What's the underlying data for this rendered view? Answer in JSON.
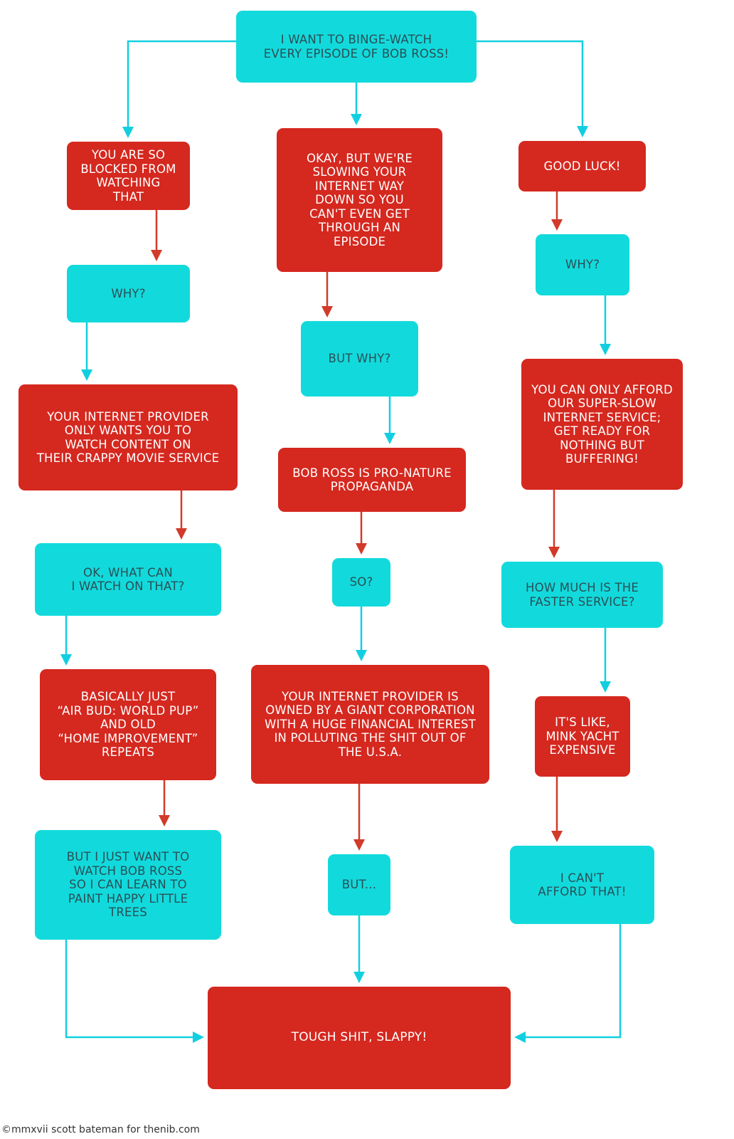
{
  "colors": {
    "cyan": "#12dadc",
    "red": "#d5281f",
    "cyan_text": "#2a4f56",
    "red_text": "#ffffff",
    "cyan_arrow": "#12cfe0",
    "red_arrow": "#d23a2a"
  },
  "nodes": {
    "start": "I WANT TO BINGE-WATCH\nEVERY EPISODE OF BOB ROSS!",
    "left": {
      "blocked": "YOU ARE SO\nBLOCKED FROM\nWATCHING\nTHAT",
      "why": "WHY?",
      "provider_service": "YOUR INTERNET PROVIDER\nONLY WANTS YOU TO\nWATCH CONTENT ON\nTHEIR CRAPPY MOVIE SERVICE",
      "what_can": "OK, WHAT CAN\nI WATCH ON THAT?",
      "air_bud": "BASICALLY JUST\n“AIR BUD: WORLD PUP”\nAND OLD\n“HOME IMPROVEMENT”\nREPEATS",
      "happy_trees": "BUT I JUST WANT TO\nWATCH BOB ROSS\nSO I CAN LEARN TO\nPAINT HAPPY LITTLE\nTREES"
    },
    "middle": {
      "slowing": "OKAY, BUT WE'RE\nSLOWING YOUR\nINTERNET WAY\nDOWN SO YOU\nCAN'T EVEN GET\nTHROUGH AN\nEPISODE",
      "but_why": "BUT WHY?",
      "pro_nature": "BOB ROSS IS PRO-NATURE\nPROPAGANDA",
      "so": "SO?",
      "corporation": "YOUR INTERNET PROVIDER IS\nOWNED BY A GIANT CORPORATION\nWITH A HUGE FINANCIAL INTEREST\nIN POLLUTING THE SHIT OUT OF\nTHE U.S.A.",
      "but": "BUT..."
    },
    "right": {
      "good_luck": "GOOD LUCK!",
      "why": "WHY?",
      "afford": "YOU CAN ONLY AFFORD\nOUR SUPER-SLOW\nINTERNET SERVICE;\nGET READY FOR\nNOTHING BUT\nBUFFERING!",
      "how_much": "HOW MUCH IS THE\nFASTER SERVICE?",
      "mink_yacht": "IT'S LIKE,\nMINK YACHT\nEXPENSIVE",
      "cant_afford": "I CAN'T\nAFFORD THAT!"
    },
    "end": "TOUGH SHIT, SLAPPY!"
  },
  "credit": "©mmxvii scott bateman for thenib.com"
}
